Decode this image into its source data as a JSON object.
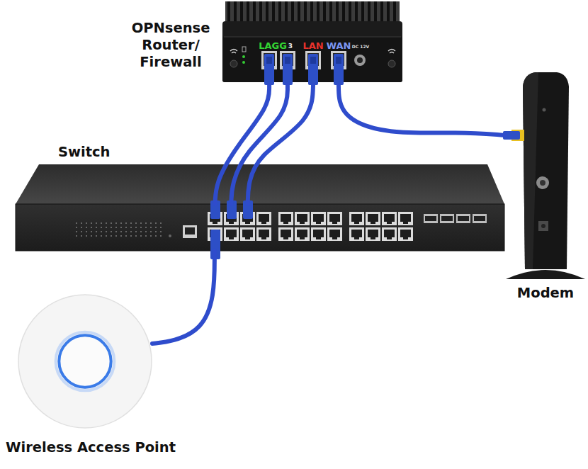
{
  "diagram": {
    "nodes": [
      {
        "text": [
          "OPNsense Router/ Firewall"
        ]
      },
      {
        "text": [
          "Switch"
        ]
      },
      {
        "text": [
          "Modem"
        ]
      },
      {
        "text": [
          "Wireless Access Point"
        ]
      }
    ],
    "edges": [
      {
        "from": 0,
        "to": 1,
        "arrow": "none"
      },
      {
        "from": 0,
        "to": 1,
        "arrow": "none"
      },
      {
        "from": 0,
        "to": 1,
        "arrow": "none"
      },
      {
        "from": 0,
        "to": 2,
        "arrow": "none"
      },
      {
        "from": 1,
        "to": 3,
        "arrow": "none"
      }
    ],
    "labels": [
      "LAGG",
      "3",
      "LAN",
      "WAN",
      "DC 12V"
    ]
  }
}
